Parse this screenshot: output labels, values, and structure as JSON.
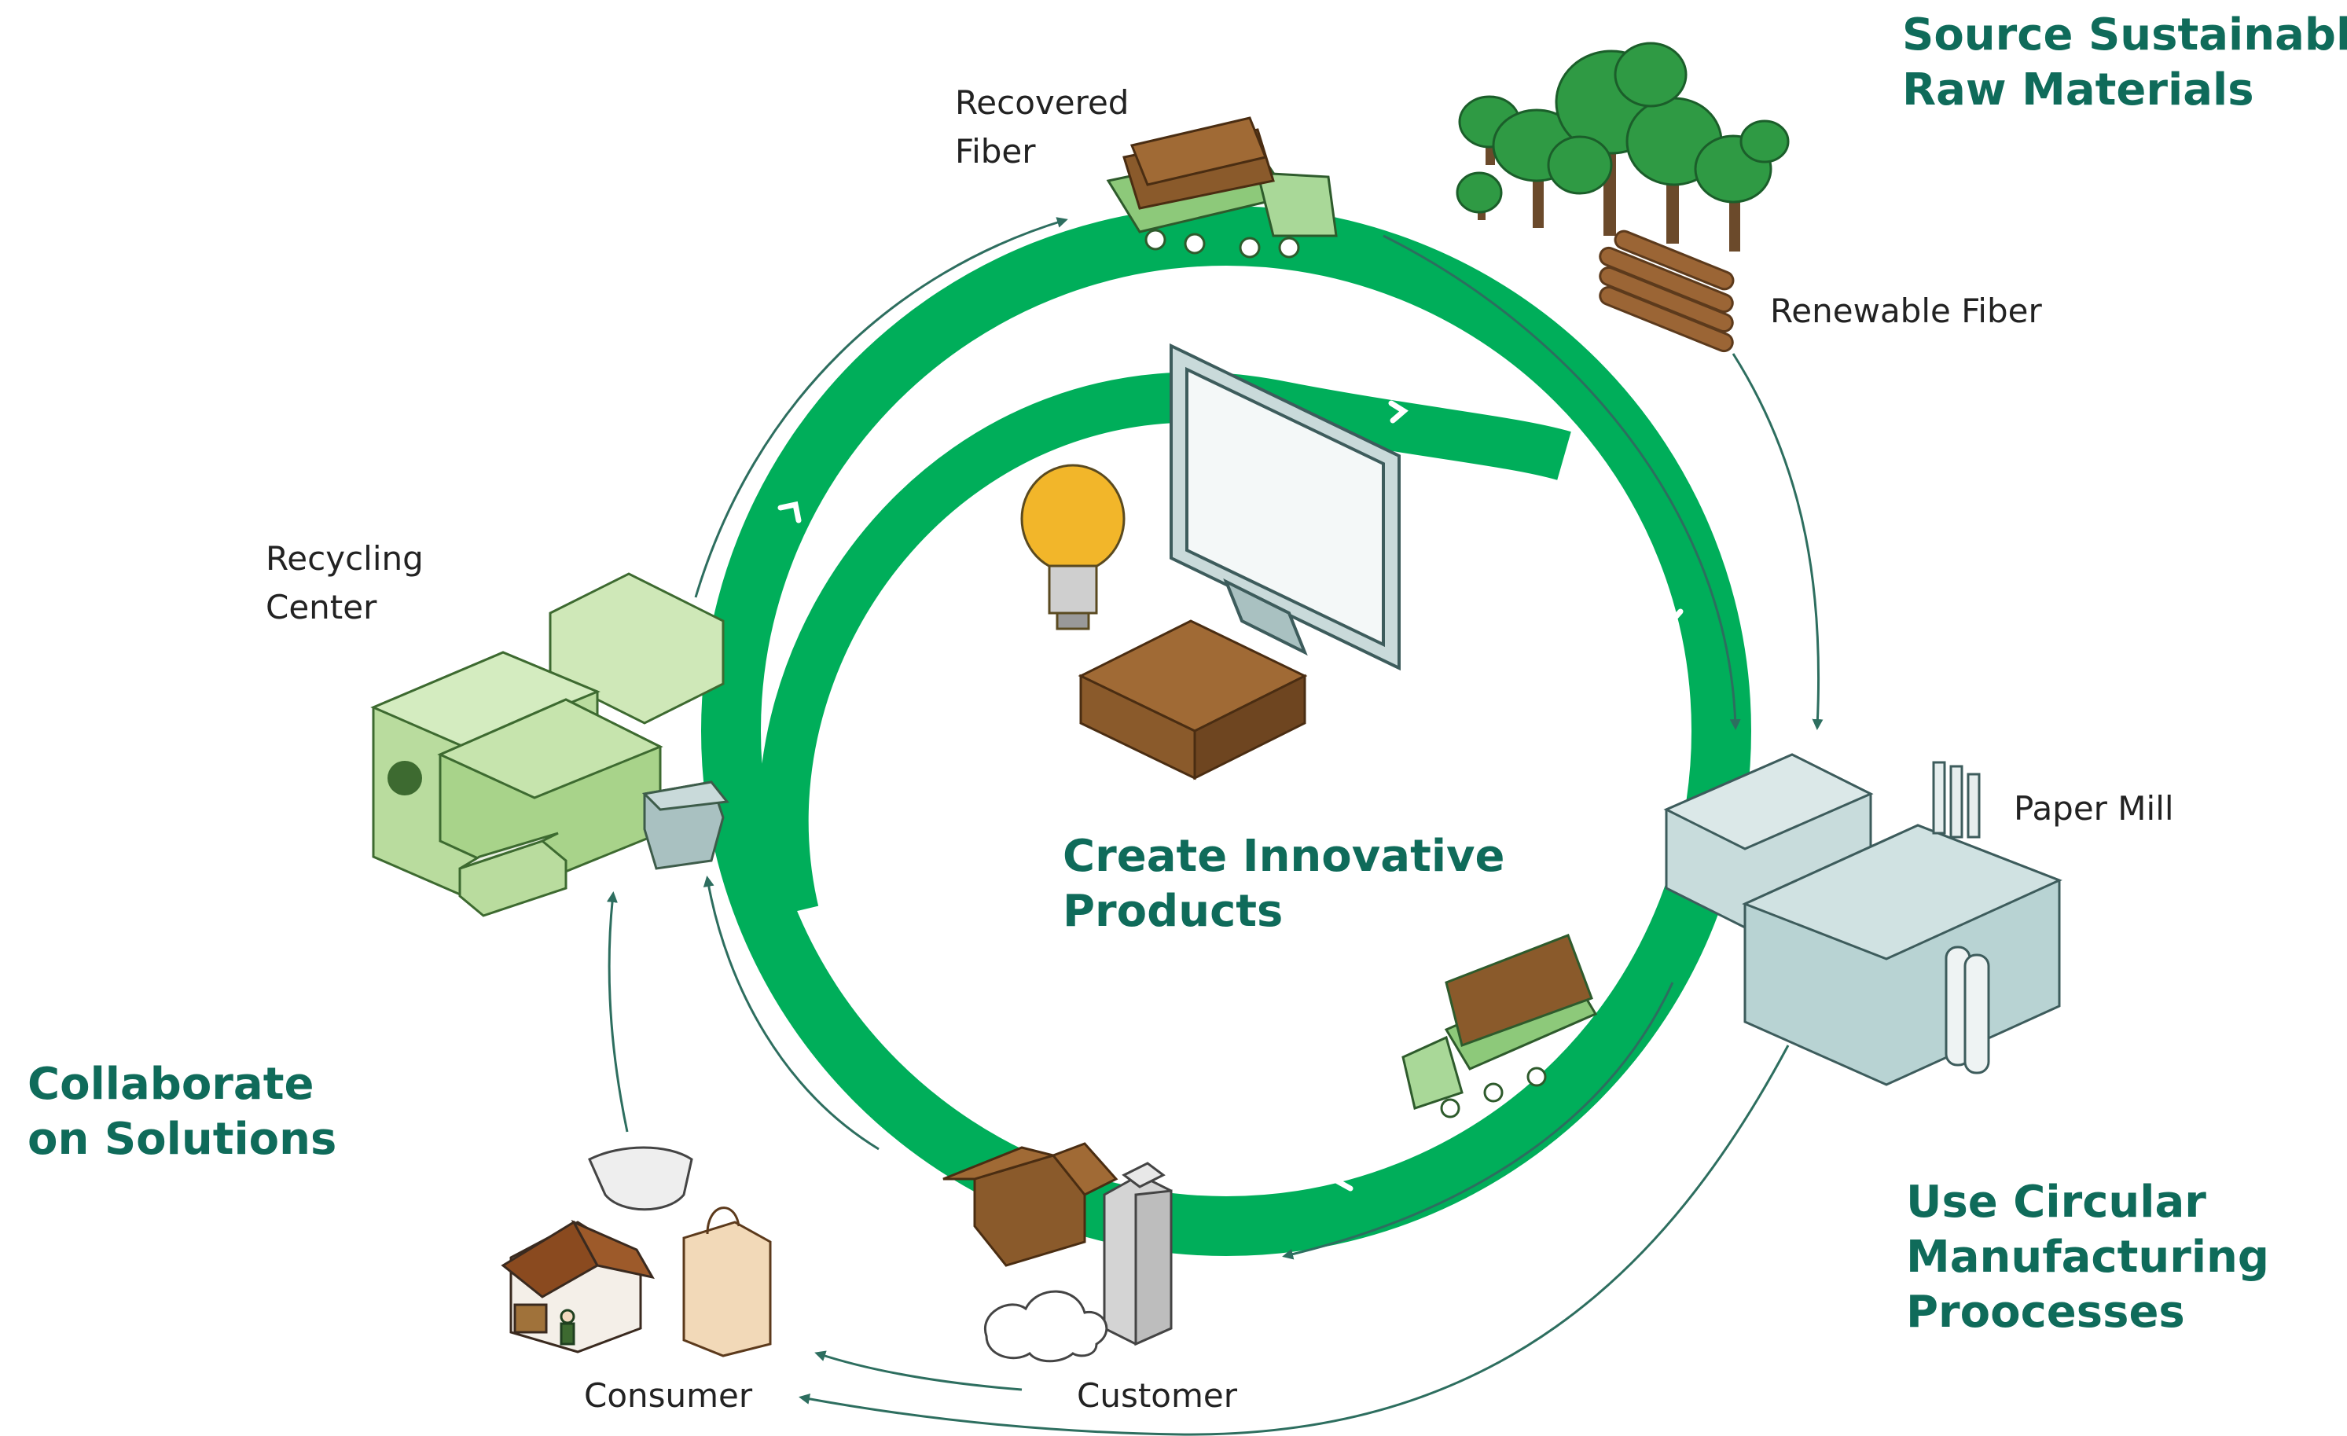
{
  "headings": {
    "source": [
      "Source Sustainable",
      "Raw Materials"
    ],
    "create": [
      "Create Innovative",
      "Products"
    ],
    "collaborate": [
      "Collaborate",
      "on Solutions"
    ],
    "circular": [
      "Use Circular",
      "Manufacturing",
      "Proocesses"
    ]
  },
  "labels": {
    "recovered_fiber": [
      "Recovered",
      "Fiber"
    ],
    "renewable_fiber": [
      "Renewable Fiber"
    ],
    "recycling_center": [
      "Recycling",
      "Center"
    ],
    "paper_mill": [
      "Paper Mill"
    ],
    "consumer": [
      "Consumer"
    ],
    "customer": [
      "Customer"
    ]
  },
  "colors": {
    "ring": "#00ae5a",
    "heading": "#0f6b5a",
    "arrow": "#2d6e5f",
    "recycling_building": "#b9dc9e",
    "paper_mill_building": "#b8d3d3",
    "tree": "#2f9a44",
    "cardboard": "#8a5a2b",
    "bulb": "#f2b62a"
  },
  "icons": [
    "trees-icon",
    "logs-icon",
    "truck-recovered-fiber-icon",
    "recycling-center-building-icon",
    "recycling-dumpster-icon",
    "paper-bales-icon",
    "paper-mill-building-icon",
    "delivery-truck-icon",
    "cardboard-box-icon",
    "office-building-icon",
    "cloud-icon",
    "house-icon",
    "person-icon",
    "diaper-icon",
    "paper-bag-icon",
    "light-bulb-icon",
    "computer-monitor-icon",
    "corrugated-board-stack-icon"
  ]
}
